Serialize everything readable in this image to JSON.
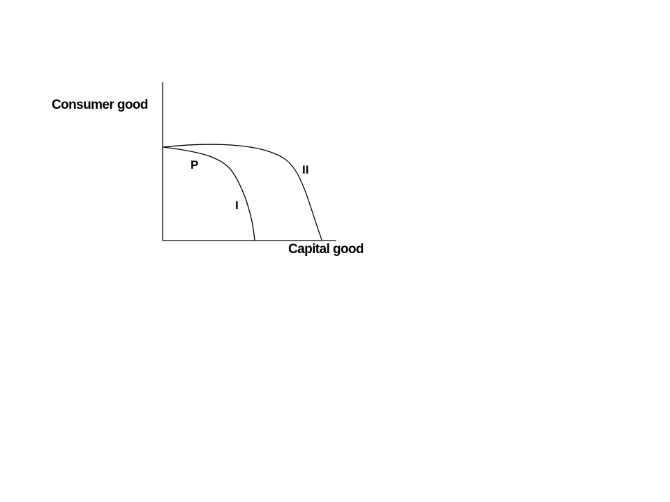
{
  "diagram": {
    "y_axis_label": "Consumer good",
    "x_axis_label": "Capital good",
    "point_label": "P",
    "curves": [
      {
        "label": "I"
      },
      {
        "label": "II"
      }
    ]
  }
}
